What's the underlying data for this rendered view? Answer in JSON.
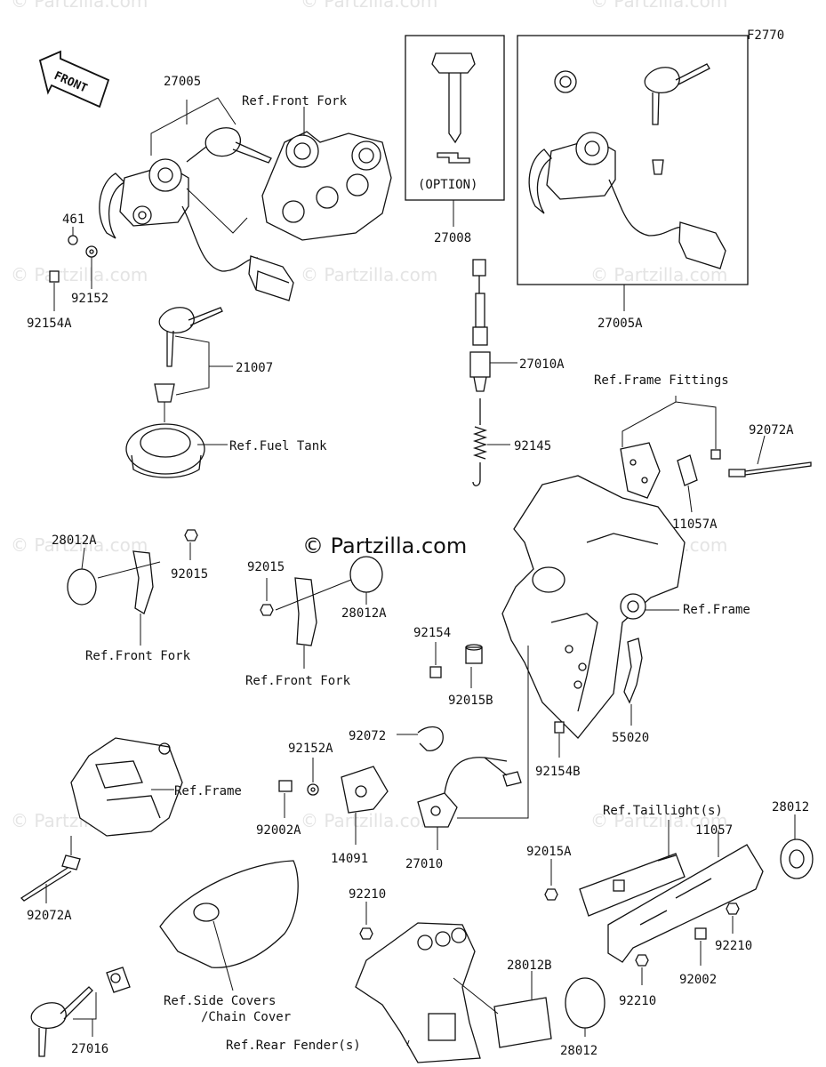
{
  "diagram_code": "F2770",
  "front_label": "FRONT",
  "option_label": "(OPTION)",
  "watermark": "© Partzilla.com",
  "parts": {
    "p27005": "27005",
    "p461": "461",
    "p92152": "92152",
    "p92154A": "92154A",
    "p21007": "21007",
    "p27008": "27008",
    "p27005A": "27005A",
    "p27010A": "27010A",
    "p92145": "92145",
    "p92072A_top": "92072A",
    "p11057A": "11057A",
    "p28012A_left": "28012A",
    "p92015_left": "92015",
    "p92015_mid": "92015",
    "p28012A_mid": "28012A",
    "p92154": "92154",
    "p92015B": "92015B",
    "p55020": "55020",
    "p92154B": "92154B",
    "p92072": "92072",
    "p92152A": "92152A",
    "p92002A": "92002A",
    "p14091": "14091",
    "p27010": "27010",
    "p92072A_bottom": "92072A",
    "p27016": "27016",
    "p92210_mid": "92210",
    "p28012B": "28012B",
    "p92015A": "92015A",
    "p11057": "11057",
    "p28012_right": "28012",
    "p92210_right": "92210",
    "p92002": "92002",
    "p92210_bottom": "92210",
    "p28012_bottom": "28012"
  },
  "refs": {
    "front_fork_top": "Ref.Front Fork",
    "fuel_tank": "Ref.Fuel Tank",
    "frame_fittings": "Ref.Frame Fittings",
    "frame_right": "Ref.Frame",
    "front_fork_left": "Ref.Front Fork",
    "front_fork_mid": "Ref.Front Fork",
    "frame_left": "Ref.Frame",
    "side_covers_1": "Ref.Side Covers",
    "side_covers_2": "/Chain Cover",
    "taillight": "Ref.Taillight(s)",
    "rear_fender": "Ref.Rear Fender(s)"
  }
}
